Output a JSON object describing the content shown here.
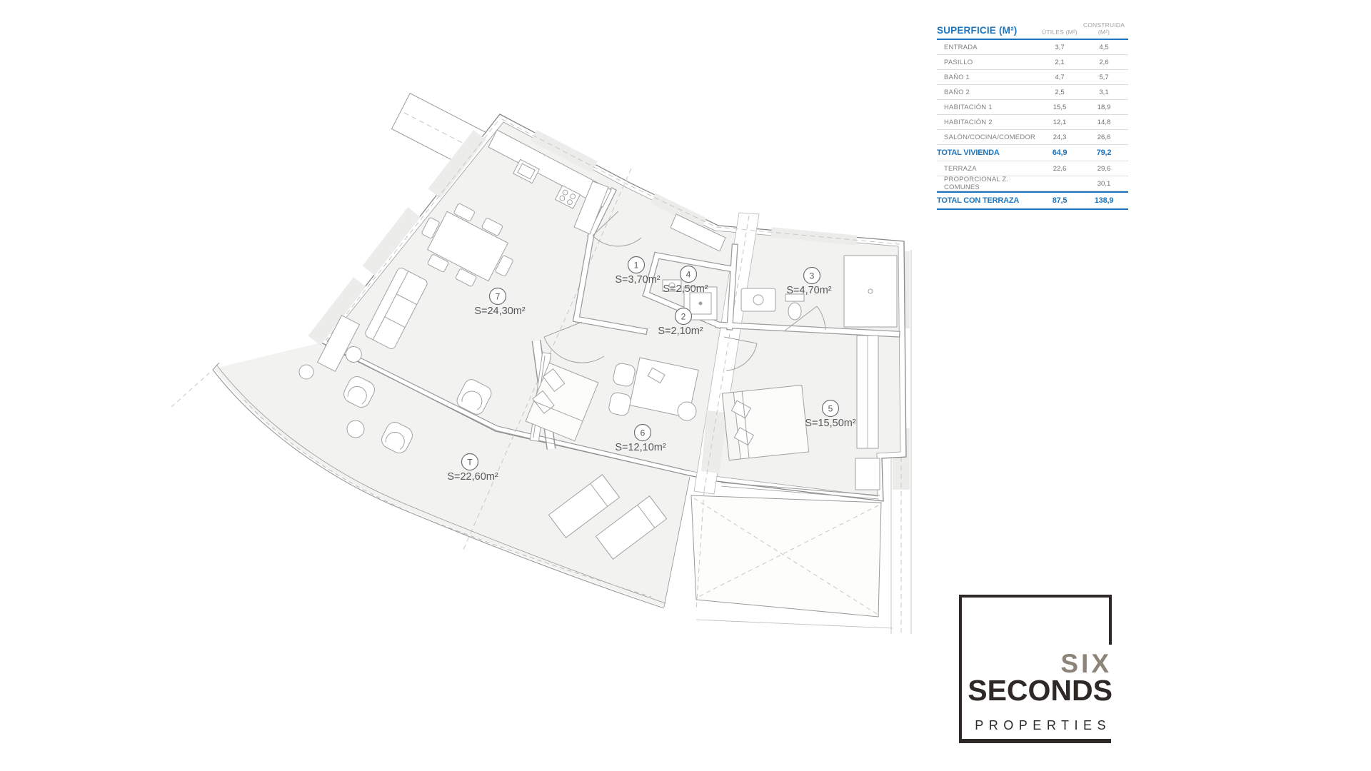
{
  "colors": {
    "accent_blue": "#1c75bc",
    "table_text_gray": "#6d6e71",
    "table_label_gray": "#808184",
    "plan_fill": "#f2f2f0",
    "plan_line": "#9a9a98",
    "logo_dark": "#2e2926",
    "logo_warm_gray": "#8c8379"
  },
  "floor_plan": {
    "rooms": [
      {
        "num": "1",
        "area": "S=3,70m²"
      },
      {
        "num": "4",
        "area": "S=2,50m²"
      },
      {
        "num": "3",
        "area": "S=4,70m²"
      },
      {
        "num": "2",
        "area": "S=2,10m²"
      },
      {
        "num": "7",
        "area": "S=24,30m²"
      },
      {
        "num": "5",
        "area": "S=15,50m²"
      },
      {
        "num": "6",
        "area": "S=12,10m²"
      },
      {
        "num": "T",
        "area": "S=22,60m²"
      }
    ]
  },
  "surface_table": {
    "title": "SUPERFICIE (M²)",
    "columns": {
      "utiles": "ÚTILES (M²)",
      "construida": "CONSTRUIDA (M²)"
    },
    "rows": [
      {
        "label": "ENTRADA",
        "utiles": "3,7",
        "construida": "4,5"
      },
      {
        "label": "PASILLO",
        "utiles": "2,1",
        "construida": "2,6"
      },
      {
        "label": "BAÑO 1",
        "utiles": "4,7",
        "construida": "5,7"
      },
      {
        "label": "BAÑO 2",
        "utiles": "2,5",
        "construida": "3,1"
      },
      {
        "label": "HABITACIÓN 1",
        "utiles": "15,5",
        "construida": "18,9"
      },
      {
        "label": "HABITACIÓN 2",
        "utiles": "12,1",
        "construida": "14,8"
      },
      {
        "label": "SALÓN/COCINA/COMEDOR",
        "utiles": "24,3",
        "construida": "26,6"
      }
    ],
    "total_vivienda": {
      "label": "TOTAL VIVIENDA",
      "utiles": "64,9",
      "construida": "79,2"
    },
    "extra_rows": [
      {
        "label": "TERRAZA",
        "utiles": "22,6",
        "construida": "29,6"
      },
      {
        "label": "PROPORCIONAL Z. COMUNES",
        "utiles": "",
        "construida": "30,1"
      }
    ],
    "total_con_terraza": {
      "label": "TOTAL CON TERRAZA",
      "utiles": "87,5",
      "construida": "138,9"
    }
  },
  "logo": {
    "six": "SIX",
    "seconds": "SECONDS",
    "properties": "PROPERTIES"
  }
}
